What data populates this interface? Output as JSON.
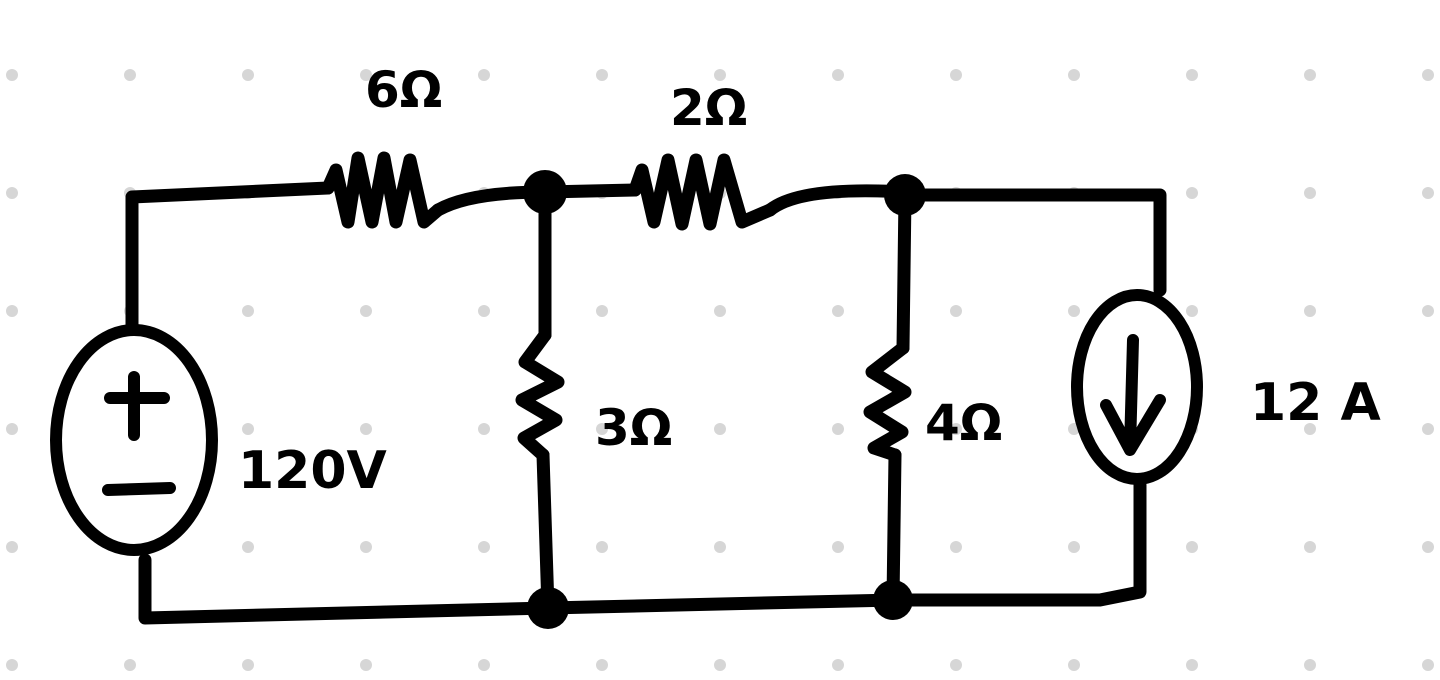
{
  "diagram": {
    "type": "circuit",
    "components": {
      "voltage_source": {
        "label": "120V",
        "value": 120,
        "unit": "V",
        "polarity_top": "+",
        "polarity_bottom": "−"
      },
      "resistor_series_1": {
        "label": "6Ω",
        "value": 6,
        "unit": "Ω"
      },
      "resistor_series_2": {
        "label": "2Ω",
        "value": 2,
        "unit": "Ω"
      },
      "resistor_shunt_1": {
        "label": "3Ω",
        "value": 3,
        "unit": "Ω"
      },
      "resistor_shunt_2": {
        "label": "4Ω",
        "value": 4,
        "unit": "Ω"
      },
      "current_source": {
        "label": "12 A",
        "value": 12,
        "unit": "A",
        "direction": "down"
      }
    },
    "background": {
      "dot_color": "#d6d6d6",
      "ink_color": "#000000"
    }
  }
}
